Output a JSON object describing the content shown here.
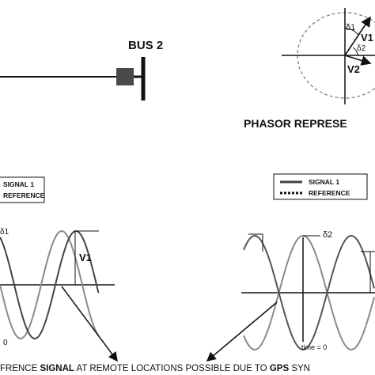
{
  "bus": {
    "label": "BUS 2"
  },
  "phasor": {
    "title": "PHASOR REPRESE",
    "v1": "V1",
    "v2": "V2",
    "delta1": "δ1",
    "delta2": "δ2"
  },
  "left_plot": {
    "legend": {
      "signal": "SIGNAL 1",
      "reference": "REFERENCE"
    },
    "delta_label": "δ1",
    "v_label": "V1",
    "zero_label": "0"
  },
  "right_plot": {
    "legend": {
      "signal": "SIGNAL 1",
      "reference": "REFERENCE"
    },
    "delta_label": "δ2",
    "time_label": "time = 0"
  },
  "caption": {
    "part1": "FRENCE ",
    "bold1": "SIGNAL",
    "part2": " AT REMOTE LOCATIONS POSSIBLE DUE TO ",
    "bold2": "GPS",
    "part3": " SYN"
  },
  "colors": {
    "line": "#111111",
    "signal": "#555555",
    "reference": "#8a8a8a",
    "dashed_circle": "#777777",
    "breaker": "#4a4a4a"
  }
}
